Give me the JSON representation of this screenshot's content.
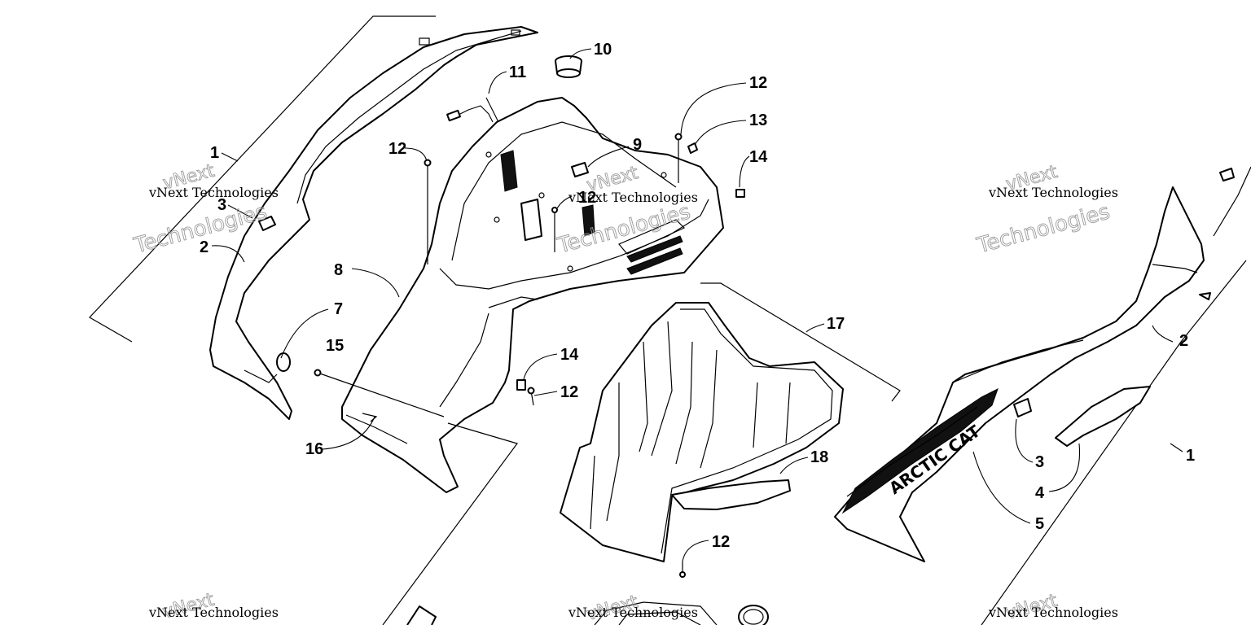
{
  "diagram": {
    "callouts": [
      {
        "id": "c1a",
        "label": "1"
      },
      {
        "id": "c3a",
        "label": "3"
      },
      {
        "id": "c2a",
        "label": "2"
      },
      {
        "id": "c7",
        "label": "7"
      },
      {
        "id": "c15",
        "label": "15"
      },
      {
        "id": "c16",
        "label": "16"
      },
      {
        "id": "c8",
        "label": "8"
      },
      {
        "id": "c12a",
        "label": "12"
      },
      {
        "id": "c11",
        "label": "11"
      },
      {
        "id": "c10",
        "label": "10"
      },
      {
        "id": "c9",
        "label": "9"
      },
      {
        "id": "c12b",
        "label": "12"
      },
      {
        "id": "c12c",
        "label": "12"
      },
      {
        "id": "c13",
        "label": "13"
      },
      {
        "id": "c14a",
        "label": "14"
      },
      {
        "id": "c14b",
        "label": "14"
      },
      {
        "id": "c12d",
        "label": "12"
      },
      {
        "id": "c17",
        "label": "17"
      },
      {
        "id": "c18",
        "label": "18"
      },
      {
        "id": "c12e",
        "label": "12"
      },
      {
        "id": "c2b",
        "label": "2"
      },
      {
        "id": "c1b",
        "label": "1"
      },
      {
        "id": "c3b",
        "label": "3"
      },
      {
        "id": "c4",
        "label": "4"
      },
      {
        "id": "c5",
        "label": "5"
      }
    ],
    "decal_text": "ARCTIC CAT"
  },
  "watermark": {
    "line1": "vNext Technologies",
    "line2": "Technologies",
    "top": "vNext"
  }
}
